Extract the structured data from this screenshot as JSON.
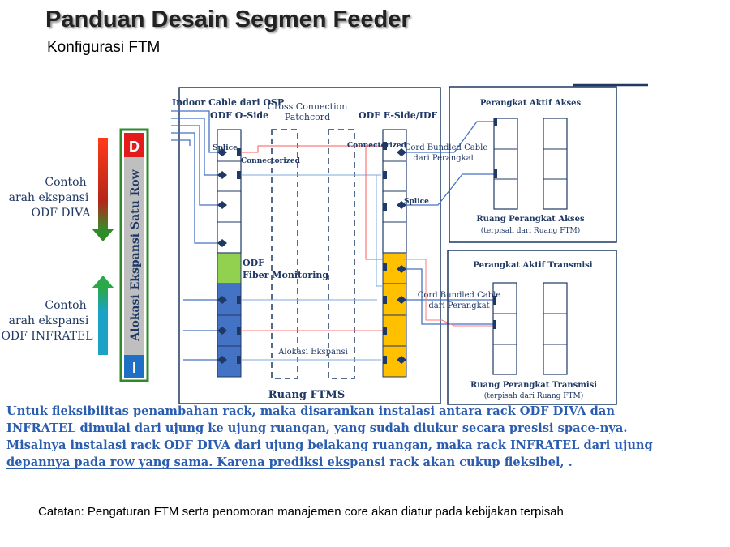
{
  "title": "Panduan Desain Segmen Feeder",
  "subtitle": "Konfigurasi FTM",
  "diagram": {
    "indoor_cable": "Indoor Cable dari OSP",
    "odf_o_side": "ODF O-Side",
    "cross_connection_1": "Cross Connection",
    "cross_connection_2": "Patchcord",
    "odf_e_side": "ODF E-Side/IDF",
    "splice": "Splice",
    "connectorized": "Connectorized",
    "connectorized_left": "Connectorized",
    "odf_fiber_1": "ODF",
    "odf_fiber_2": "Fiber Monitoring",
    "alokasi_ekspansi": "Alokasi Ekspansi",
    "ruang_ftms": "Ruang FTMS",
    "cord_bundled_1a": "Cord Bundled Cable",
    "cord_bundled_1b": "dari Perangkat",
    "splice_right": "Splice",
    "cord_bundled_2a": "Cord Bundled Cable",
    "cord_bundled_2b": "dari Perangkat",
    "perangkat_akses": "Perangkat Aktif Akses",
    "ruang_akses": "Ruang Perangkat Akses",
    "ruang_akses_sub": "(terpisah dari Ruang FTM)",
    "perangkat_transmisi": "Perangkat Aktif Transmisi",
    "ruang_transmisi": "Ruang Perangkat Transmisi",
    "ruang_transmisi_sub": "(terpisah dari Ruang FTM)",
    "contoh_divа_1": "Contoh",
    "contoh_diva_2": "arah ekspansi",
    "contoh_diva_3": "ODF DIVA",
    "contoh_inf_1": "Contoh",
    "contoh_inf_2": "arah ekspansi",
    "contoh_inf_3": "ODF INFRATEL",
    "alokasi_row": "Alokasi Ekspansi Satu Row",
    "badge_d": "D",
    "badge_i": "I"
  },
  "note": "Untuk fleksibilitas penambahan rack, maka disarankan instalasi antara rack ODF DIVA dan INFRATEL dimulai dari ujung ke ujung ruangan, yang sudah diukur secara presisi space-nya. Misalnya instalasi rack ODF DIVA dari ujung belakang ruangan, maka rack INFRATEL dari ujung depannya pada row yang sama. Karena prediksi ekspansi rack akan cukup fleksibel, .",
  "caption": "Catatan: Pengaturan FTM serta penomoran manajemen core akan diatur pada kebijakan terpisah",
  "colors": {
    "blue_rack": "#4472c4",
    "green": "#92d050",
    "yellow": "#ffc000",
    "red": "#e31b1b",
    "teal": "#1aa3c7"
  }
}
